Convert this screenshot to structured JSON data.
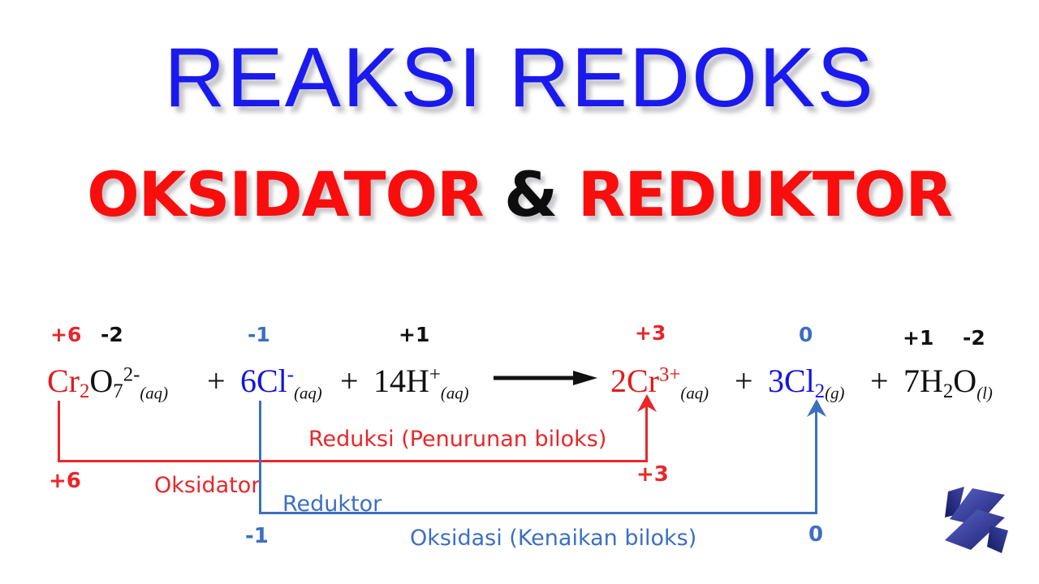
{
  "title": {
    "main": "REAKSI REDOKS",
    "sub_left": "OKSIDATOR",
    "sub_amp": "&",
    "sub_right": "REDUKTOR"
  },
  "colors": {
    "title_blue": "#1a1aee",
    "title_red": "#fa0d0d",
    "amp_black": "#0d0d0d",
    "equation_red": "#e01b1b",
    "equation_blue": "#1414e0",
    "equation_black": "#111111",
    "annotation_red": "#e8272a",
    "annotation_blue": "#3d6fc0",
    "logo_navy": "#2b2f86"
  },
  "equation": {
    "plain_text": "Cr2O7 2- (aq) + 6Cl- (aq) + 14H+ (aq) -> 2Cr3+ (aq) + 3Cl2(g) + 7H2O(l)",
    "arrow": "reaction-arrow",
    "reactants": [
      {
        "id": "dichromate",
        "coefficient": "",
        "parts": [
          {
            "text": "Cr",
            "color": "red"
          },
          {
            "text": "2",
            "style": "sub",
            "color": "red"
          },
          {
            "text": "O",
            "color": "black"
          },
          {
            "text": "7",
            "style": "sub",
            "color": "black"
          },
          {
            "text": "2-",
            "style": "sup",
            "color": "black"
          },
          {
            "text": "(aq)",
            "style": "phase",
            "color": "black"
          }
        ]
      },
      {
        "id": "chloride",
        "parts": [
          {
            "text": "6Cl",
            "color": "blue"
          },
          {
            "text": "-",
            "style": "sup",
            "color": "blue"
          },
          {
            "text": "(aq)",
            "style": "phase",
            "color": "black"
          }
        ]
      },
      {
        "id": "proton",
        "parts": [
          {
            "text": "14H",
            "color": "black"
          },
          {
            "text": "+",
            "style": "sup",
            "color": "black"
          },
          {
            "text": "(aq)",
            "style": "phase",
            "color": "black"
          }
        ]
      }
    ],
    "products": [
      {
        "id": "chromium-iii",
        "parts": [
          {
            "text": "2Cr",
            "color": "red"
          },
          {
            "text": "3+",
            "style": "sup",
            "color": "red"
          },
          {
            "text": "(aq)",
            "style": "phase",
            "color": "black"
          }
        ]
      },
      {
        "id": "chlorine-gas",
        "parts": [
          {
            "text": "3Cl",
            "color": "blue"
          },
          {
            "text": "2",
            "style": "sub",
            "color": "blue"
          },
          {
            "text": "(g)",
            "style": "phase",
            "color": "black"
          }
        ]
      },
      {
        "id": "water",
        "parts": [
          {
            "text": "7H",
            "color": "black"
          },
          {
            "text": "2",
            "style": "sub",
            "color": "black"
          },
          {
            "text": "O",
            "color": "black"
          },
          {
            "text": "(l)",
            "style": "phase",
            "color": "black"
          }
        ]
      }
    ],
    "plus_signs": [
      "+",
      "+",
      "+",
      "+"
    ]
  },
  "oxidation_numbers": [
    {
      "id": "cr-reactant",
      "value": "+6",
      "color": "red",
      "element": "Cr in Cr2O7 2-"
    },
    {
      "id": "o-reactant",
      "value": "-2",
      "color": "black",
      "element": "O in Cr2O7 2-"
    },
    {
      "id": "cl-reactant",
      "value": "-1",
      "color": "blue",
      "element": "Cl in 6Cl-"
    },
    {
      "id": "h-reactant",
      "value": "+1",
      "color": "black",
      "element": "H in 14H+"
    },
    {
      "id": "cr-product",
      "value": "+3",
      "color": "red",
      "element": "Cr in 2Cr3+"
    },
    {
      "id": "cl-product",
      "value": "0",
      "color": "blue",
      "element": "Cl in 3Cl2"
    },
    {
      "id": "h-product",
      "value": "+1",
      "color": "black",
      "element": "H in 7H2O"
    },
    {
      "id": "o-product",
      "value": "-2",
      "color": "black",
      "element": "O in 7H2O"
    }
  ],
  "annotations": {
    "reduction": {
      "label": "Reduksi (Penurunan biloks)",
      "start_value": "+6",
      "end_value": "+3",
      "agent_label": "Oksidator",
      "color": "#e8272a"
    },
    "oxidation": {
      "label": "Oksidasi (Kenaikan biloks)",
      "start_value": "-1",
      "end_value": "0",
      "agent_label": "Reduktor",
      "color": "#3d6fc0"
    }
  },
  "logo": {
    "name": "x-logo",
    "color_start": "#5b63c9",
    "color_end": "#1c2170"
  }
}
